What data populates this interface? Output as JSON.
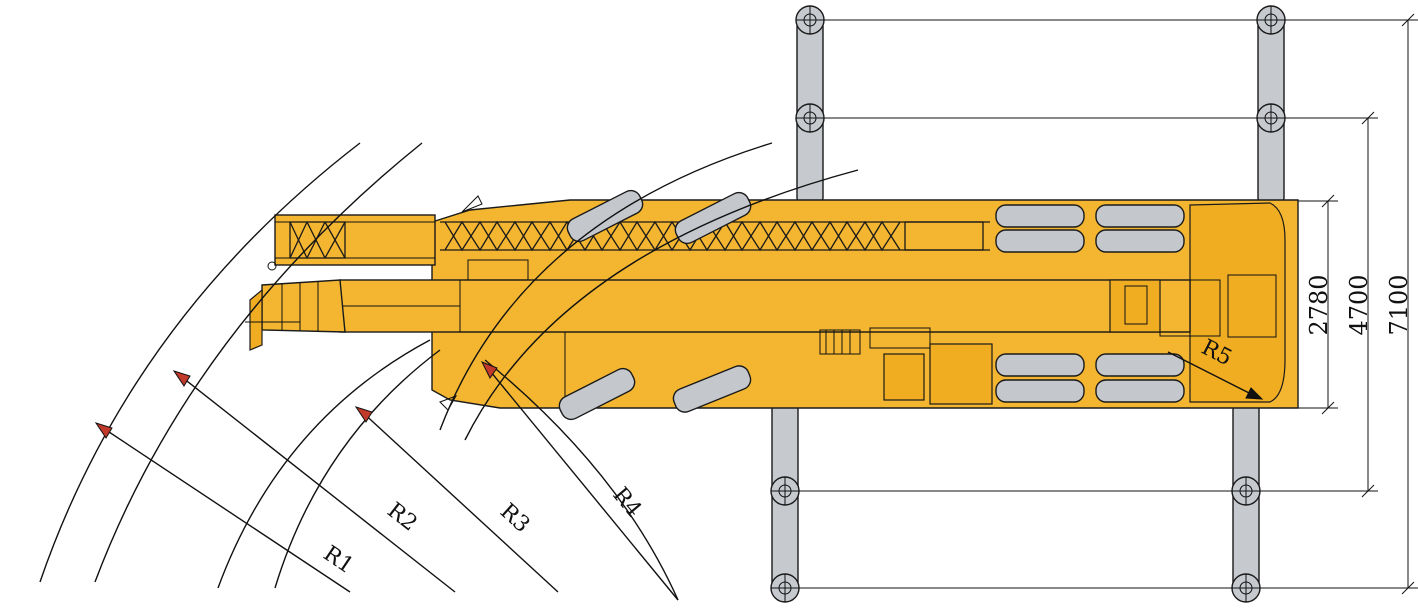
{
  "radius_labels": {
    "r1": "R1",
    "r2": "R2",
    "r3": "R3",
    "r4": "R4",
    "r5": "R5"
  },
  "dimension_labels": {
    "d2780": "2780",
    "d4700": "4700",
    "d7100": "7100"
  },
  "colors": {
    "crane_body": "#f4b630",
    "tyres_and_outriggers": "#c6c9ce",
    "arrow_head": "#c0392b",
    "lines": "#111111"
  }
}
